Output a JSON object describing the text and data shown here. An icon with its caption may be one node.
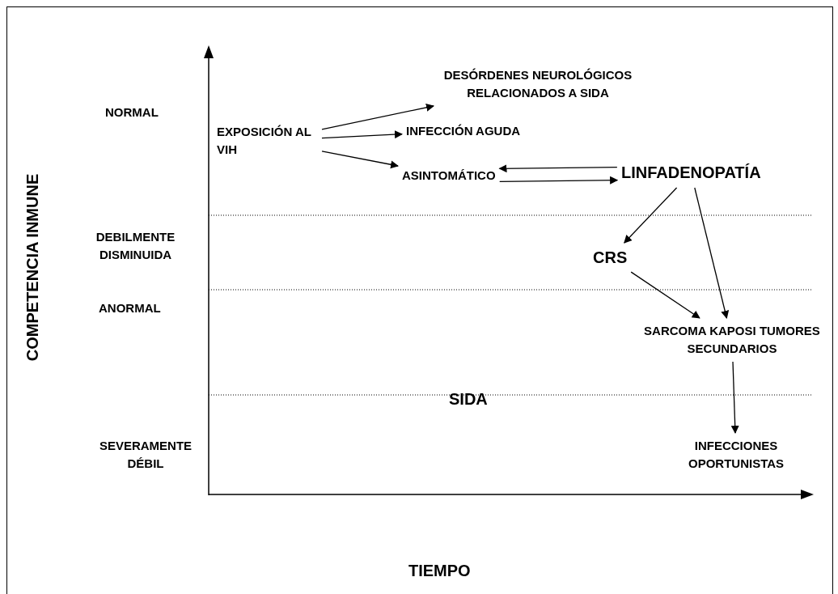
{
  "diagram": {
    "nodes": [
      {
        "text": [
          "EXPOSICIÓN AL VIH"
        ]
      },
      {
        "text": [
          "DESÓRDENES NEUROLÓGICOS RELACIONADOS A SIDA"
        ]
      },
      {
        "text": [
          "INFECCIÓN AGUDA"
        ]
      },
      {
        "text": [
          "ASINTOMÁTICO"
        ]
      },
      {
        "text": [
          "LINFADENOPATÍA"
        ]
      },
      {
        "text": [
          "CRS"
        ]
      },
      {
        "text": [
          "SARCOMA KAPOSI TUMORES SECUNDARIOS"
        ]
      },
      {
        "text": [
          "INFECCIONES OPORTUNISTAS"
        ]
      }
    ],
    "edges": [
      {
        "from": 0,
        "to": 1,
        "arrow": "to"
      },
      {
        "from": 0,
        "to": 2,
        "arrow": "to"
      },
      {
        "from": 0,
        "to": 3,
        "arrow": "to"
      },
      {
        "from": 3,
        "to": 4,
        "arrow": "to"
      },
      {
        "from": 4,
        "to": 3,
        "arrow": "to"
      },
      {
        "from": 4,
        "to": 5,
        "arrow": "to"
      },
      {
        "from": 4,
        "to": 6,
        "arrow": "to"
      },
      {
        "from": 5,
        "to": 6,
        "arrow": "to"
      },
      {
        "from": 6,
        "to": 7,
        "arrow": "to"
      }
    ],
    "labels": [
      "NORMAL",
      "DEBILMENTE DISMINUIDA",
      "ANORMAL",
      "SIDA",
      "SEVERAMENTE DÉBIL",
      "COMPETENCIA INMUNE",
      "TIEMPO"
    ]
  }
}
